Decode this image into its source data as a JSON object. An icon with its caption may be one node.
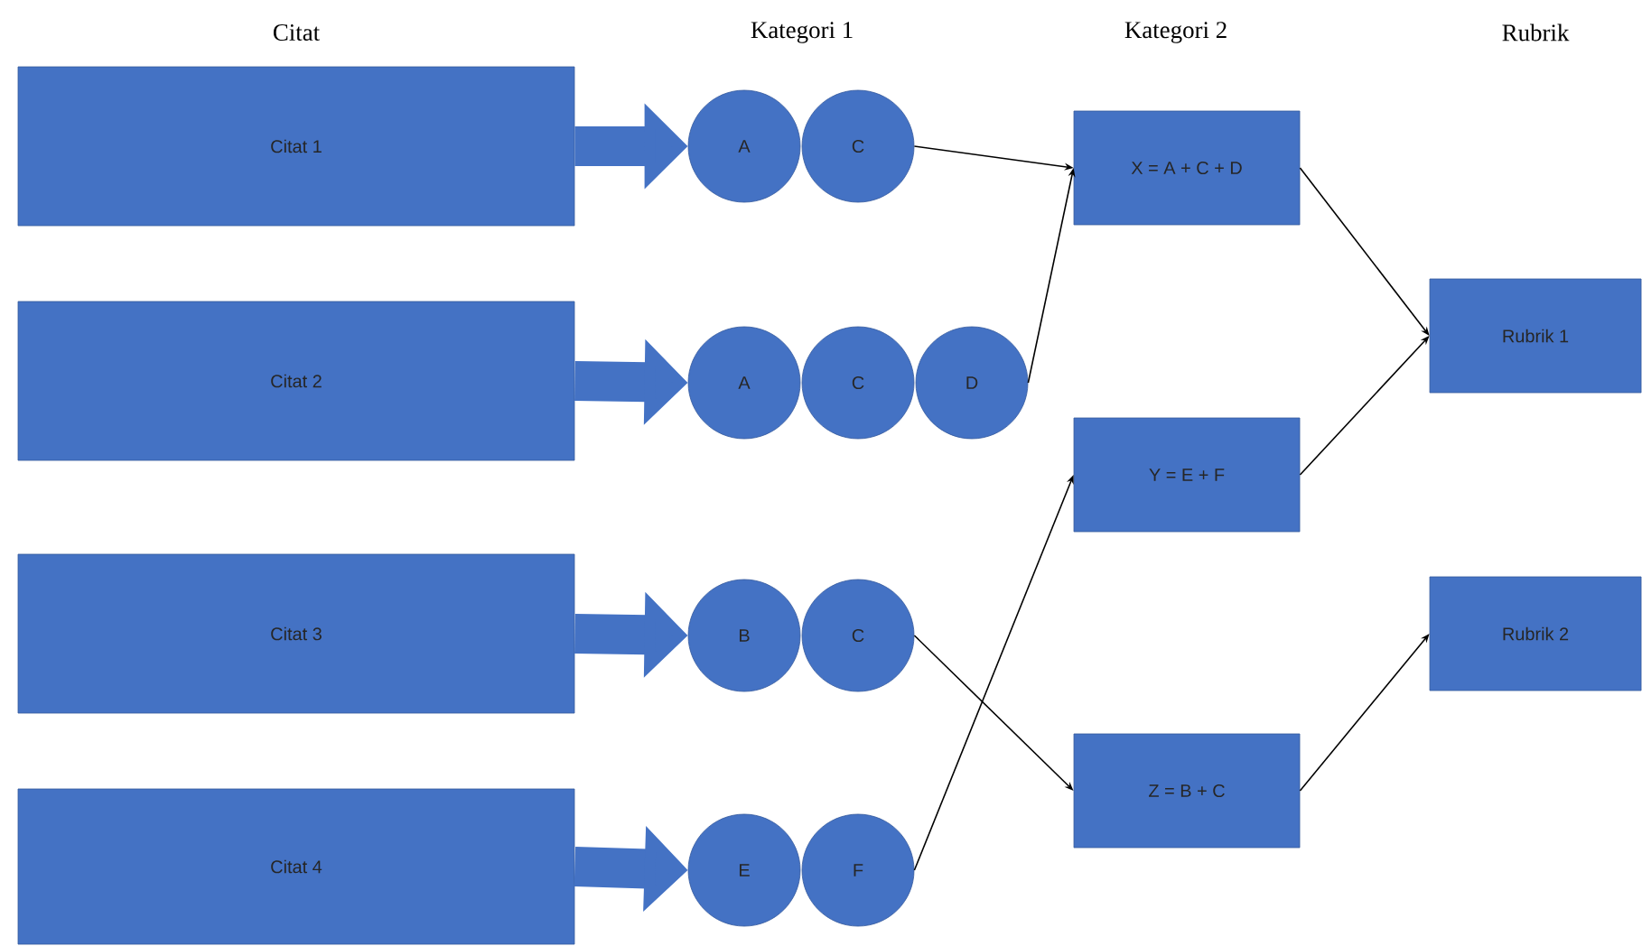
{
  "diagram": {
    "nodes": [
      {
        "text": [
          "Citat 1"
        ]
      },
      {
        "text": [
          "Citat 2"
        ]
      },
      {
        "text": [
          "Citat 3"
        ]
      },
      {
        "text": [
          "Citat 4"
        ]
      },
      {
        "text": [
          "A"
        ]
      },
      {
        "text": [
          "C"
        ]
      },
      {
        "text": [
          "A"
        ]
      },
      {
        "text": [
          "C"
        ]
      },
      {
        "text": [
          "D"
        ]
      },
      {
        "text": [
          "B"
        ]
      },
      {
        "text": [
          "C"
        ]
      },
      {
        "text": [
          "E"
        ]
      },
      {
        "text": [
          "F"
        ]
      },
      {
        "text": [
          "X = A + C + D"
        ]
      },
      {
        "text": [
          "Y = E + F"
        ]
      },
      {
        "text": [
          "Z = B + C"
        ]
      },
      {
        "text": [
          "Rubrik 1"
        ]
      },
      {
        "text": [
          "Rubrik 2"
        ]
      }
    ],
    "edges": [
      {
        "from": 0,
        "to": 4,
        "arrow": "to",
        "style": "thick",
        "color": "#4472c4"
      },
      {
        "from": 1,
        "to": 6,
        "arrow": "to",
        "style": "thick",
        "color": "#4472c4"
      },
      {
        "from": 2,
        "to": 9,
        "arrow": "to",
        "style": "thick",
        "color": "#4472c4"
      },
      {
        "from": 3,
        "to": 11,
        "arrow": "to",
        "style": "thick",
        "color": "#4472c4"
      },
      {
        "from": 5,
        "to": 13,
        "arrow": "to"
      },
      {
        "from": 8,
        "to": 13,
        "arrow": "to"
      },
      {
        "from": 12,
        "to": 14,
        "arrow": "to"
      },
      {
        "from": 10,
        "to": 15,
        "arrow": "to"
      },
      {
        "from": 13,
        "to": 16,
        "arrow": "to"
      },
      {
        "from": 14,
        "to": 16,
        "arrow": "to"
      },
      {
        "from": 15,
        "to": 17,
        "arrow": "to"
      }
    ],
    "labels": [
      "Citat",
      "Kategori 1",
      "Kategori 2",
      "Rubrik"
    ]
  }
}
